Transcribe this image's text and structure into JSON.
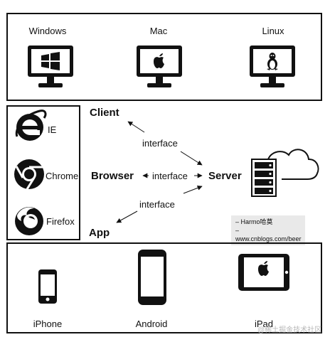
{
  "desktop": {
    "items": [
      {
        "label": "Windows",
        "icon": "windows-monitor-icon"
      },
      {
        "label": "Mac",
        "icon": "mac-monitor-icon"
      },
      {
        "label": "Linux",
        "icon": "linux-monitor-icon"
      }
    ]
  },
  "browsers": {
    "items": [
      {
        "label": "IE",
        "icon": "ie-icon"
      },
      {
        "label": "Chrome",
        "icon": "chrome-icon"
      },
      {
        "label": "Firefox",
        "icon": "firefox-icon"
      }
    ]
  },
  "center": {
    "client": "Client",
    "browser": "Browser",
    "app": "App",
    "server": "Server",
    "interface_top": "interface",
    "interface_mid": "interface",
    "interface_bottom": "interface",
    "server_icon": "server-cloud-icon"
  },
  "credit": {
    "line1": "– Harmo哈莫",
    "line2": "– www.cnblogs.com/beer"
  },
  "mobile": {
    "items": [
      {
        "label": "iPhone",
        "icon": "iphone-icon"
      },
      {
        "label": "Android",
        "icon": "android-phone-icon"
      },
      {
        "label": "iPad",
        "icon": "ipad-icon"
      }
    ]
  },
  "watermark": "@稀土掘金技术社区"
}
